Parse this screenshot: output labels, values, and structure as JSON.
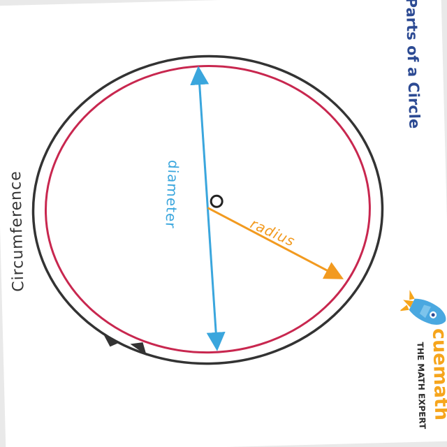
{
  "title": "Parts of a Circle",
  "labels": {
    "circumference": "Circumference",
    "diameter": "diameter",
    "radius": "radius",
    "center": "O"
  },
  "brand": {
    "name": "cuemath",
    "tagline": "THE MATH EXPERT"
  },
  "colors": {
    "title": "#2c4a93",
    "circumference": "#333333",
    "circle": "#c8274f",
    "diameter": "#3aa6dd",
    "radius": "#f29a1f",
    "brand_orange": "#f6a51c",
    "brand_blue": "#4aa8e0"
  },
  "icons": {
    "logo": "rocket-icon"
  }
}
